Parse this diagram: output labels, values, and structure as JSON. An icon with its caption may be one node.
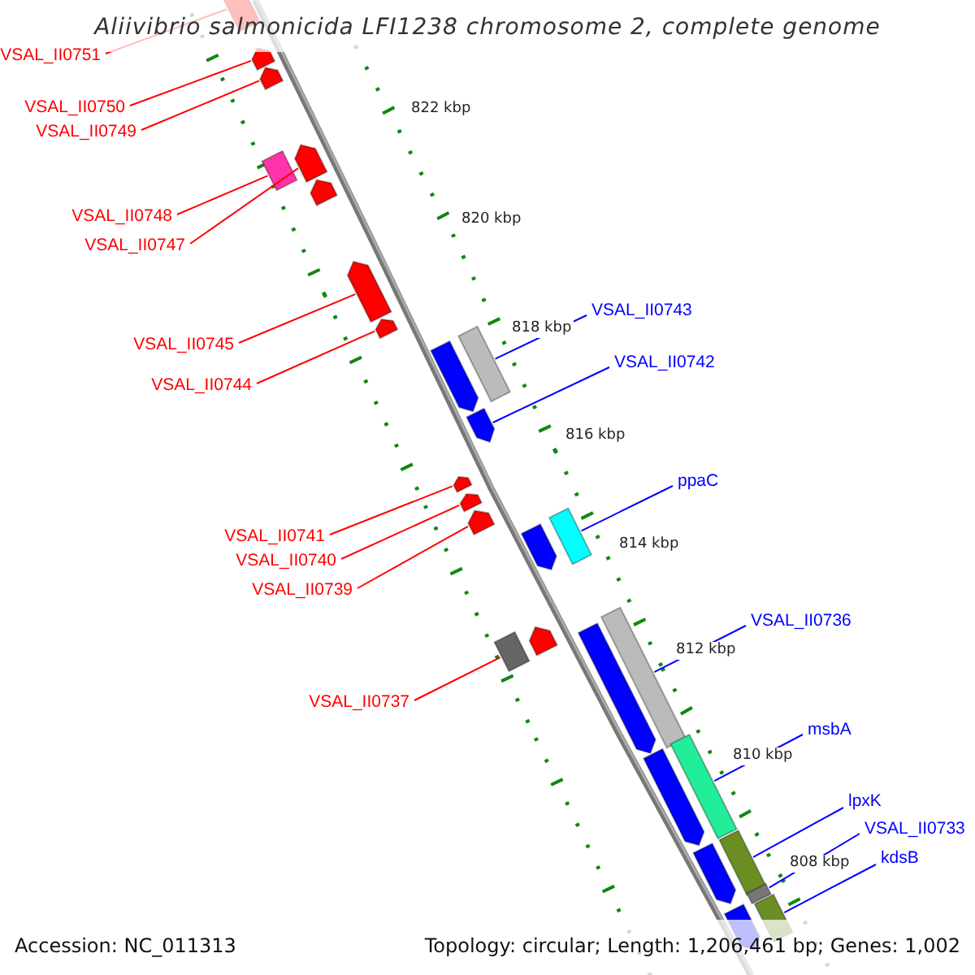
{
  "diagram": {
    "title": "Aliivibrio salmonicida LFI1238 chromosome 2, complete genome",
    "nodes": [
      {
        "text": [
          "VSAL_II0751"
        ]
      },
      {
        "text": [
          "VSAL_II0750"
        ]
      },
      {
        "text": [
          "VSAL_II0749"
        ]
      },
      {
        "text": [
          "VSAL_II0748"
        ]
      },
      {
        "text": [
          "VSAL_II0747"
        ]
      },
      {
        "text": [
          "VSAL_II0745"
        ]
      },
      {
        "text": [
          "VSAL_II0744"
        ]
      },
      {
        "text": [
          "VSAL_II0741"
        ]
      },
      {
        "text": [
          "VSAL_II0740"
        ]
      },
      {
        "text": [
          "VSAL_II0739"
        ]
      },
      {
        "text": [
          "VSAL_II0737"
        ]
      },
      {
        "text": [
          "VSAL_II0743"
        ]
      },
      {
        "text": [
          "VSAL_II0742"
        ]
      },
      {
        "text": [
          "ppaC"
        ]
      },
      {
        "text": [
          "VSAL_II0736"
        ]
      },
      {
        "text": [
          "msbA"
        ]
      },
      {
        "text": [
          "lpxK"
        ]
      },
      {
        "text": [
          "VSAL_II0733"
        ]
      },
      {
        "text": [
          "kdsB"
        ]
      },
      {
        "text": [],
        "shape": "pentagon"
      },
      {
        "text": [],
        "shape": "pentagon"
      },
      {
        "text": [],
        "shape": "pentagon"
      },
      {
        "text": [],
        "shape": "box"
      },
      {
        "text": [],
        "shape": "pentagon"
      },
      {
        "text": [],
        "shape": "pentagon"
      },
      {
        "text": [],
        "shape": "pentagon"
      },
      {
        "text": [],
        "shape": "pentagon"
      },
      {
        "text": [],
        "shape": "pentagon"
      },
      {
        "text": [],
        "shape": "pentagon"
      },
      {
        "text": [],
        "shape": "pentagon"
      },
      {
        "text": [],
        "shape": "box"
      },
      {
        "text": [],
        "shape": "pentagon"
      },
      {
        "text": [],
        "shape": "box"
      },
      {
        "text": [],
        "shape": "pentagon"
      },
      {
        "text": [],
        "shape": "pentagon"
      },
      {
        "text": [],
        "shape": "box"
      },
      {
        "text": [],
        "shape": "pentagon"
      },
      {
        "text": [],
        "shape": "box"
      },
      {
        "text": [],
        "shape": "pentagon"
      },
      {
        "text": [],
        "shape": "box"
      },
      {
        "text": [],
        "shape": "pentagon"
      },
      {
        "text": [],
        "shape": "box"
      },
      {
        "text": [],
        "shape": "box"
      },
      {
        "text": [],
        "shape": "box"
      },
      {
        "text": [],
        "shape": "pentagon"
      },
      {
        "text": [],
        "shape": "pentagon"
      }
    ],
    "edges": [
      {
        "from": 0,
        "to": 19,
        "arrow": "none"
      },
      {
        "from": 1,
        "to": 20,
        "arrow": "none"
      },
      {
        "from": 2,
        "to": 21,
        "arrow": "none"
      },
      {
        "from": 3,
        "to": 22,
        "arrow": "none"
      },
      {
        "from": 4,
        "to": 23,
        "arrow": "none"
      },
      {
        "from": 5,
        "to": 25,
        "arrow": "none"
      },
      {
        "from": 6,
        "to": 26,
        "arrow": "none"
      },
      {
        "from": 7,
        "to": 27,
        "arrow": "none"
      },
      {
        "from": 8,
        "to": 28,
        "arrow": "none"
      },
      {
        "from": 9,
        "to": 29,
        "arrow": "none"
      },
      {
        "from": 10,
        "to": 30,
        "arrow": "none"
      },
      {
        "from": 11,
        "to": 32,
        "arrow": "none",
        "color": "#0000ff"
      },
      {
        "from": 12,
        "to": 34,
        "arrow": "none",
        "color": "#0000ff"
      },
      {
        "from": 13,
        "to": 35,
        "arrow": "none",
        "color": "#0000ff"
      },
      {
        "from": 14,
        "to": 37,
        "arrow": "none",
        "color": "#0000ff"
      },
      {
        "from": 15,
        "to": 39,
        "arrow": "none",
        "color": "#0000ff"
      },
      {
        "from": 16,
        "to": 41,
        "arrow": "none",
        "color": "#0000ff"
      },
      {
        "from": 17,
        "to": 42,
        "arrow": "none",
        "color": "#0000ff"
      },
      {
        "from": 18,
        "to": 43,
        "arrow": "none",
        "color": "#0000ff"
      }
    ],
    "labels": [
      "822 kbp",
      "820 kbp",
      "818 kbp",
      "816 kbp",
      "814 kbp",
      "812 kbp",
      "810 kbp",
      "808 kbp",
      "Accession: NC_011313",
      "Topology: circular; Length: 1,206,461 bp; Genes: 1,002"
    ]
  }
}
